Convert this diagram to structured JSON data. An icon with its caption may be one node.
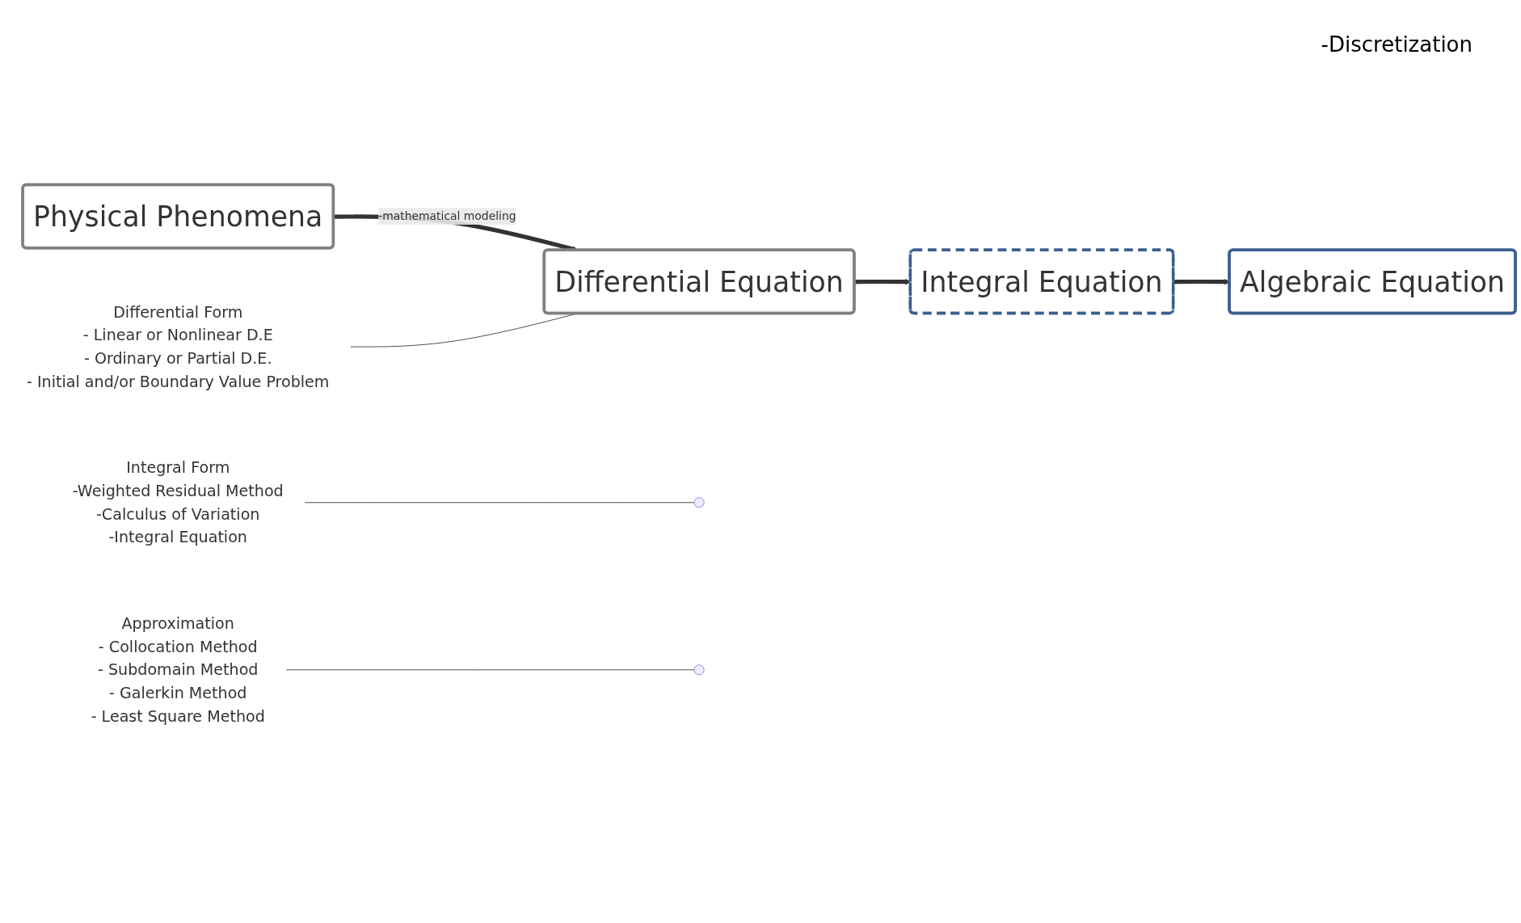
{
  "diagram": {
    "nodes": [
      {
        "text": [
          "Physical Phenomena"
        ]
      },
      {
        "text": [
          "Differential Equation"
        ]
      },
      {
        "text": [
          "Integral Equation"
        ]
      },
      {
        "text": [
          "Algebraic Equation"
        ]
      },
      {
        "text": [
          "Differential Form",
          "- Linear or Nonlinear D.E",
          "- Ordinary or Partial D.E.",
          "- Initial and/or Boundary Value Problem"
        ]
      },
      {
        "text": [
          "Integral Form",
          "-Weighted Residual Method",
          "-Calculus of Variation",
          "-Integral Equation"
        ]
      },
      {
        "text": [
          "Approximation",
          "- Collocation Method",
          "- Subdomain Method",
          "- Galerkin Method",
          "- Least Square Method"
        ]
      }
    ],
    "edges": [
      {
        "from": 0,
        "to": 1,
        "arrow": "to",
        "label": "-mathematical modeling",
        "style": "thick"
      },
      {
        "from": 1,
        "to": 2,
        "arrow": "to",
        "style": "thick"
      },
      {
        "from": 2,
        "to": 3,
        "arrow": "to",
        "style": "thick"
      },
      {
        "from": 4,
        "to": 1,
        "arrow": "none"
      },
      {
        "from": 5,
        "to": null,
        "arrow": "none"
      },
      {
        "from": 6,
        "to": null,
        "arrow": "none"
      }
    ],
    "labels": [
      "-Discretization"
    ]
  }
}
